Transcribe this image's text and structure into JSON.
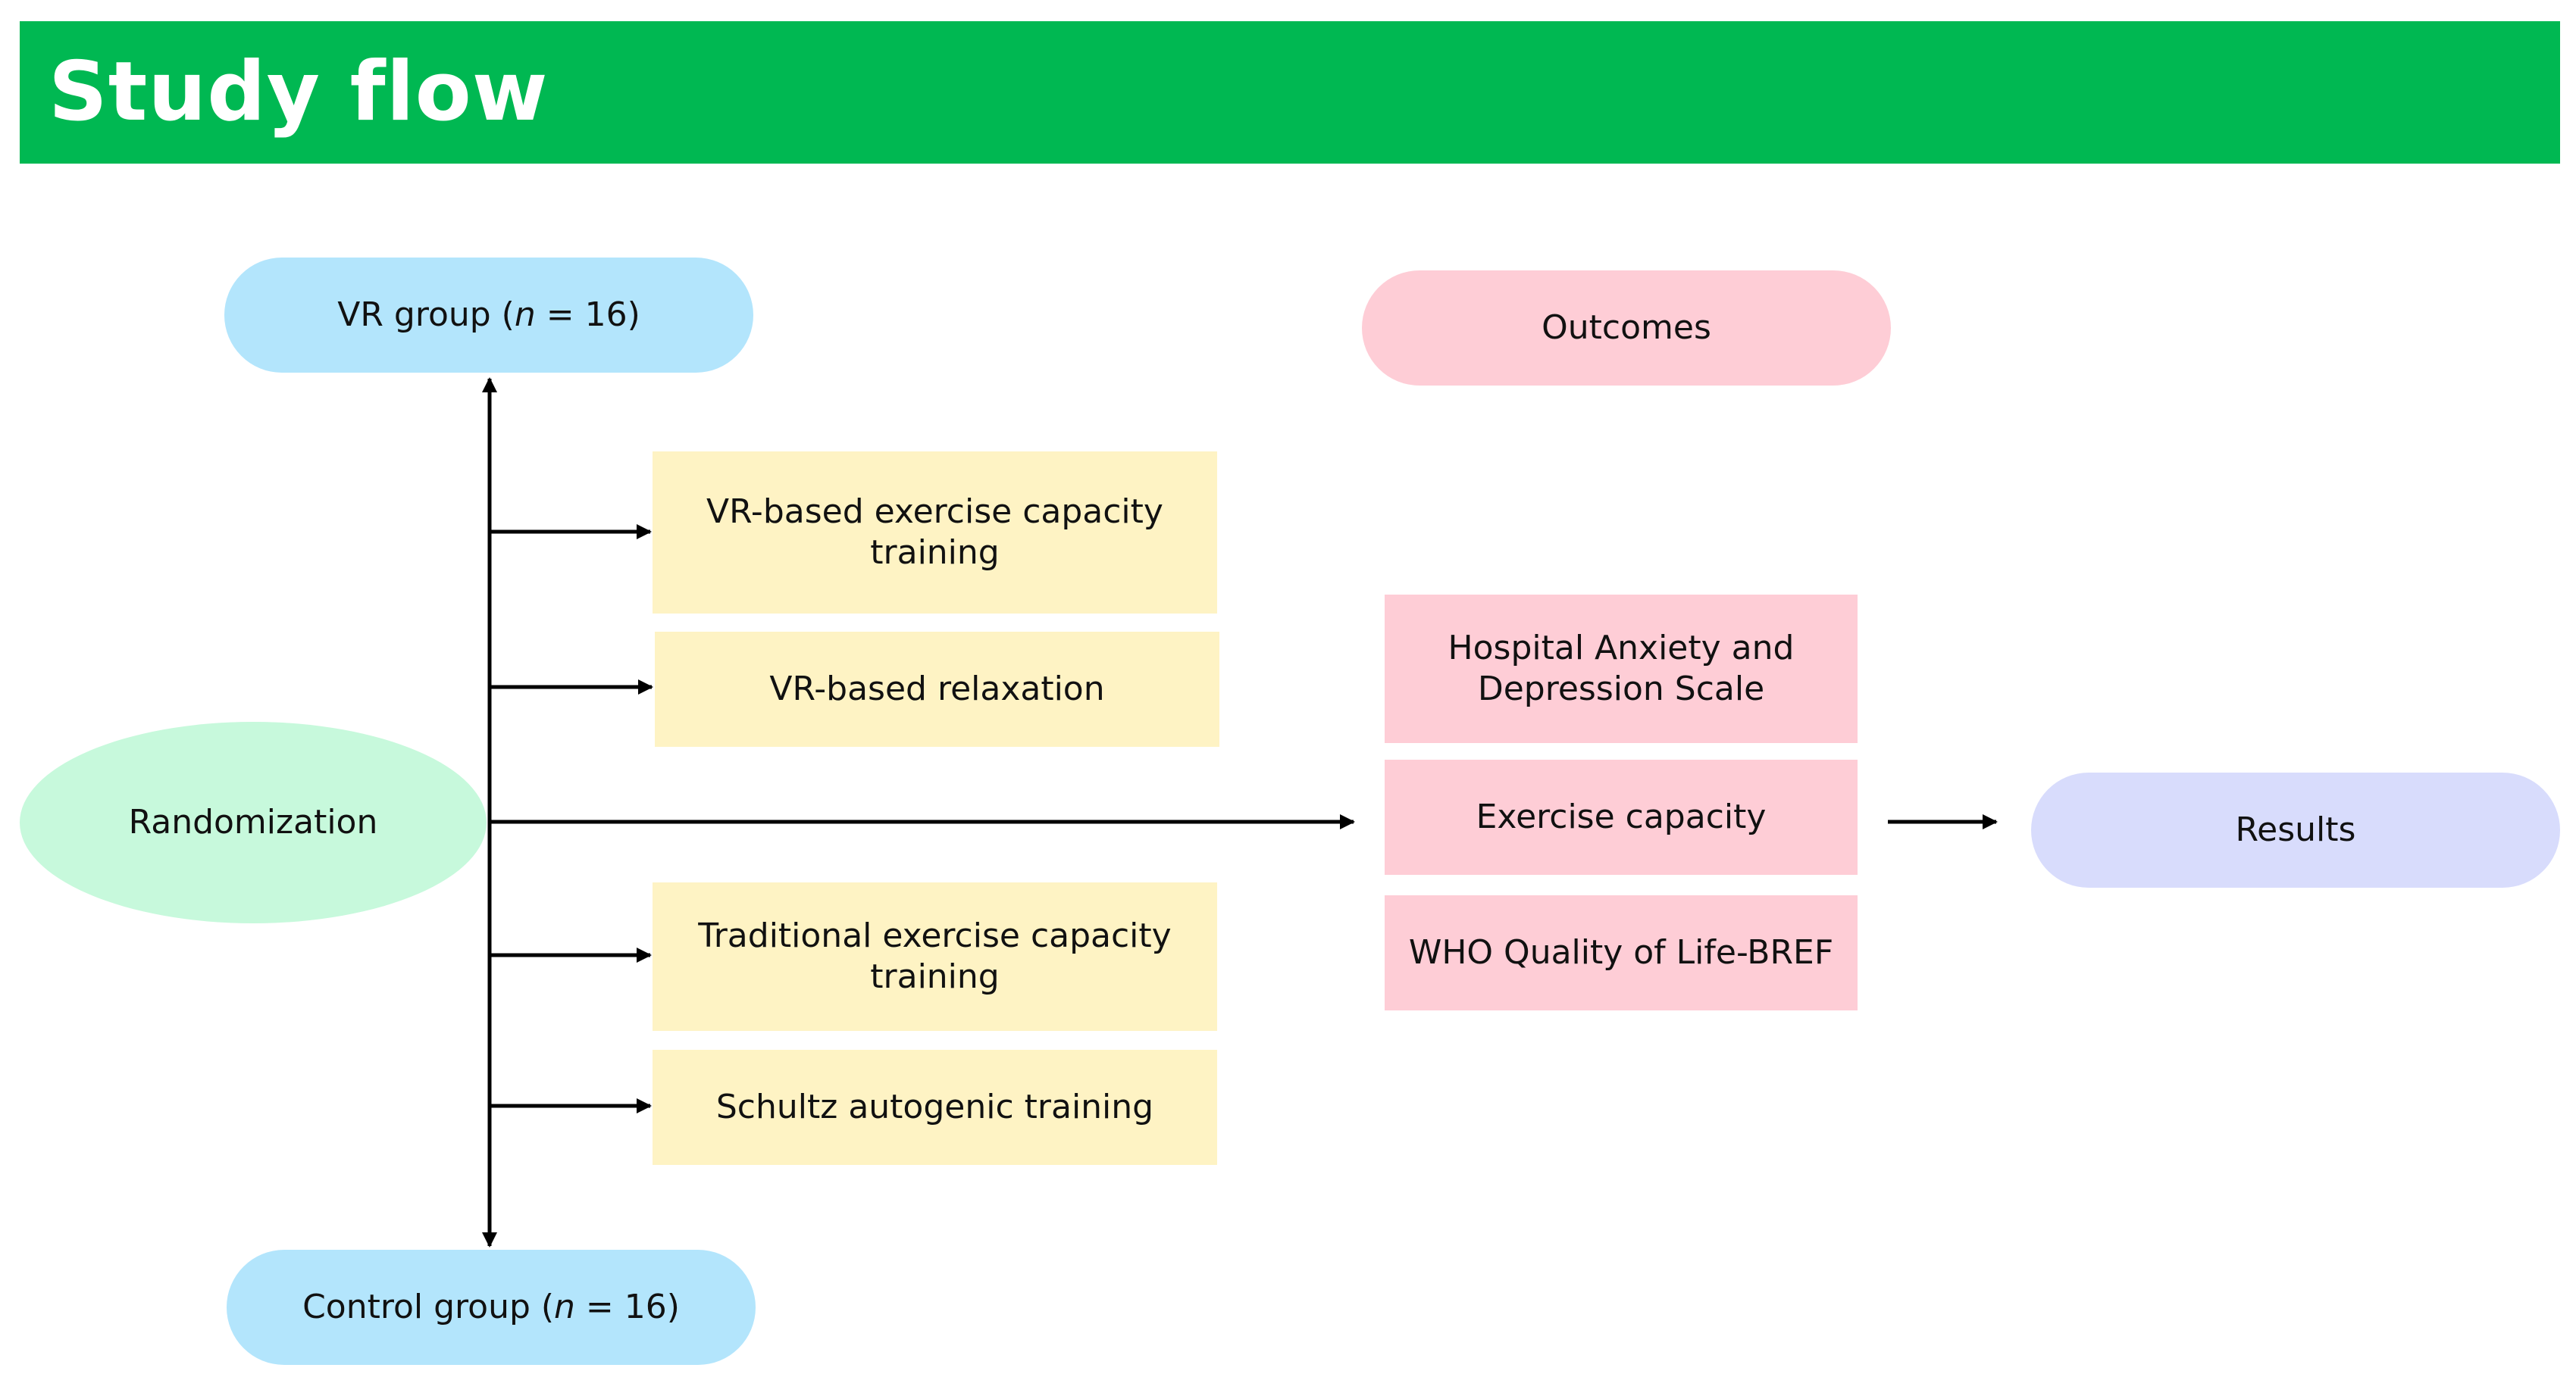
{
  "title": "Study flow",
  "nodes": {
    "vr_group": {
      "label": "VR group (",
      "n_symbol": "n",
      "n_value": " = 16)"
    },
    "control_group": {
      "label": "Control group (",
      "n_symbol": "n",
      "n_value": " = 16)"
    },
    "randomization": "Randomization",
    "outcomes": "Outcomes",
    "results": "Results"
  },
  "interventions": {
    "vr_exercise": "VR-based exercise capacity training",
    "vr_relaxation": "VR-based relaxation",
    "traditional_exercise": "Traditional exercise capacity training",
    "schultz": "Schultz autogenic training"
  },
  "outcome_measures": {
    "hads": "Hospital Anxiety and Depression Scale",
    "exercise_capacity": "Exercise capacity",
    "whoqol": "WHO Quality of Life-BREF"
  },
  "colors": {
    "header": "#00b852",
    "group": "#b3e5fc",
    "outcome": "#fecdd6",
    "intervention": "#fef3c4",
    "randomization": "#c7f9dc",
    "results": "#d8dcfc",
    "arrow": "#000000"
  }
}
